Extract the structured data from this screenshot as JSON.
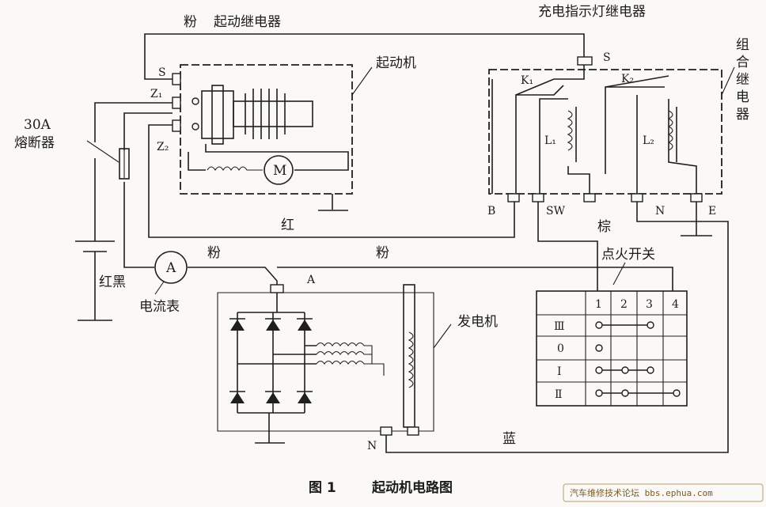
{
  "caption": {
    "figure_no": "图 1",
    "title": "起动机电路图"
  },
  "watermark": "汽车维修技术论坛 bbs.ephua.com",
  "components": {
    "starter_relay": "起动继电器",
    "starter": "起动机",
    "motor_symbol": "M",
    "charge_lamp_relay": "充电指示灯继电器",
    "combo_relay": [
      "组",
      "合",
      "继",
      "电",
      "器"
    ],
    "fuse_line1": "30A",
    "fuse_line2": "熔断器",
    "ammeter_symbol": "A",
    "ammeter": "电流表",
    "generator": "发电机",
    "ignition_switch": "点火开关"
  },
  "wire_colors": {
    "pink_top": "粉",
    "pink_mid": "粉",
    "pink_right": "粉",
    "red": "红",
    "red_black": "红黑",
    "brown": "棕",
    "blue": "蓝"
  },
  "terminals": {
    "starter_s": "S",
    "z1": "Z₁",
    "z2": "Z₂",
    "relay_s": "S",
    "k1": "K₁",
    "k2": "K₂",
    "l1": "L₁",
    "l2": "L₂",
    "b": "B",
    "sw": "SW",
    "n": "N",
    "e": "E",
    "gen_a": "A",
    "gen_n": "N"
  },
  "switch_table": {
    "columns": [
      "1",
      "2",
      "3",
      "4"
    ],
    "rows": [
      "Ⅲ",
      "0",
      "Ⅰ",
      "Ⅱ"
    ]
  }
}
